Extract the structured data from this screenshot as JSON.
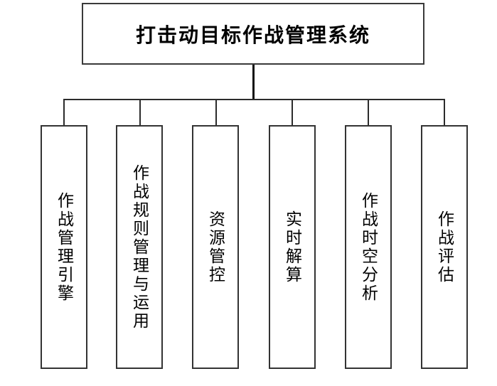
{
  "diagram": {
    "root": {
      "label": "打击动目标作战管理系统"
    },
    "children": [
      {
        "label": "作战管理引擎"
      },
      {
        "label": "作战规则管理与运用"
      },
      {
        "label": "资源管控"
      },
      {
        "label": "实时解算"
      },
      {
        "label": "作战时空分析"
      },
      {
        "label": "作战评估"
      }
    ],
    "colors": {
      "background": "#ffffff",
      "box_border": "#333333",
      "connector_line": "#2b2b2b",
      "text": "#000000"
    }
  }
}
